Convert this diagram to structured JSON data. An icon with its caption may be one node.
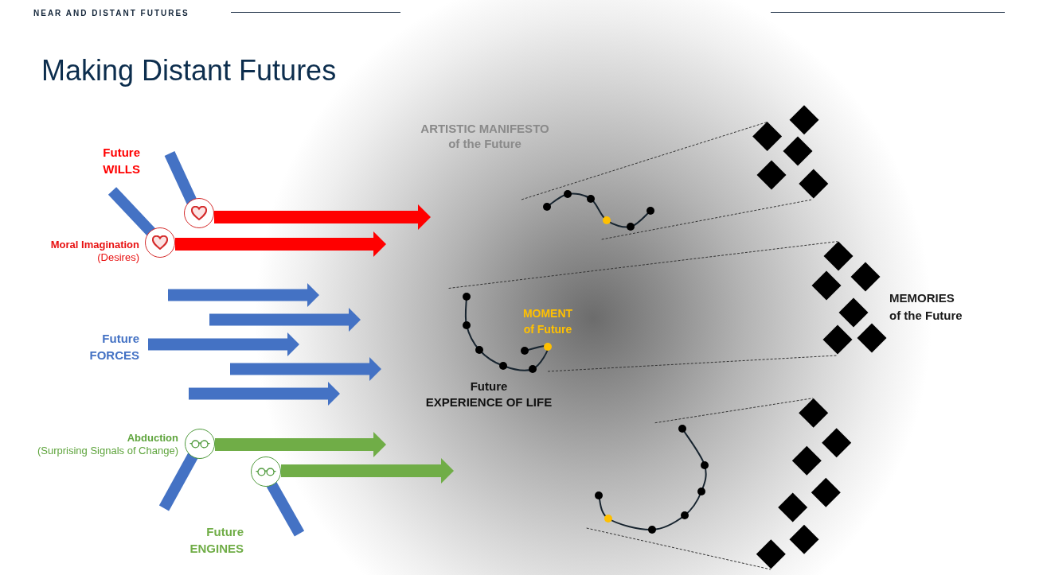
{
  "diagram": {
    "title": "Making Distant Futures",
    "nodes": [
      {
        "text": [],
        "shape": "circle"
      },
      {
        "text": [],
        "shape": "circle",
        "beside": [
          "**Moral Imagination** (Desires)"
        ]
      },
      {
        "text": [],
        "shape": "circle",
        "beside": [
          "**Abduction** (Surprising Signals of Change)"
        ]
      },
      {
        "text": [],
        "shape": "circle"
      }
    ],
    "edges": [
      {
        "from": 0,
        "to": null,
        "arrow": "to",
        "color": "#ff0000"
      },
      {
        "from": 1,
        "to": null,
        "arrow": "to",
        "color": "#ff0000"
      },
      {
        "from": 2,
        "to": null,
        "arrow": "to",
        "color": "#70ad47"
      },
      {
        "from": 3,
        "to": null,
        "arrow": "to",
        "color": "#70ad47"
      }
    ],
    "labels": [
      "NEAR AND DISTANT FUTURES",
      "ARTISTIC MANIFESTO of the Future",
      "Future WILLS",
      "MEMORIES of the Future",
      "MOMENT of Future",
      "Future FORCES",
      "Future EXPERIENCE OF LIFE",
      "Future ENGINES"
    ]
  }
}
